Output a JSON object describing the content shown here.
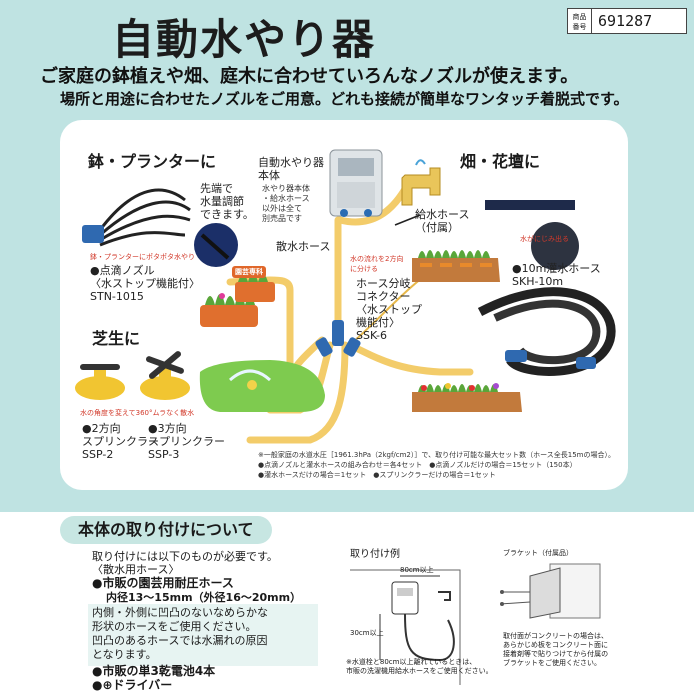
{
  "header": {
    "title": "自動水やり器",
    "code_label_1": "商品",
    "code_label_2": "番号",
    "code": "691287",
    "subtitle_1": "ご家庭の鉢植えや畑、庭木に合わせていろんなノズルが使えます。",
    "subtitle_2": "場所と用途に合わせたノズルをご用意。どれも接続が簡単なワンタッチ着脱式です。"
  },
  "diagram": {
    "pots": {
      "heading": "鉢・プランターに",
      "tip_note": [
        "先端で",
        "水量調節",
        "できます。"
      ],
      "caption": "鉢・プランターにポタポタ水やり",
      "product": [
        "●点滴ノズル",
        "〈水ストップ機能付〉",
        "STN-1015"
      ]
    },
    "lawn": {
      "heading": "芝生に",
      "caption": "水の角度を変えて360°ムラなく散水",
      "two_way": [
        "●2方向",
        "スプリンクラー",
        "SSP-2"
      ],
      "three_way": [
        "●3方向",
        "スプリンクラー",
        "SSP-3"
      ]
    },
    "field": {
      "heading": "畑・花壇に",
      "caption": "水がにじみ出る",
      "product": [
        "●10m灌水ホース",
        "SKH-10m"
      ]
    },
    "center": {
      "unit": [
        "自動水やり器",
        "本体"
      ],
      "unit_note": [
        "水やり器本体",
        "・給水ホース",
        "以外は全て",
        "別売品です"
      ],
      "supply": [
        "給水ホース",
        "（付属）"
      ],
      "spray_hose": "散水ホース",
      "split_note": [
        "水の流れを2方向",
        "に分ける"
      ],
      "connector": [
        "ホース分岐",
        "コネクター",
        "〈水ストップ",
        "機能付〉",
        "SSK-6"
      ],
      "planter_sign": "園芸専科"
    },
    "footnotes": [
      "※一般家庭の水道水圧［1961.3hPa（2kgf/cm2）］で、取り付け可能な最大セット数（ホース全長15mの場合）。",
      "●点滴ノズルと灌水ホースの組み合わせ＝各4セット　●点滴ノズルだけの場合＝15セット（150本）",
      "●灌水ホースだけの場合＝1セット　●スプリンクラーだけの場合＝1セット"
    ]
  },
  "install": {
    "heading": "本体の取り付けについて",
    "intro": "取り付けには以下のものが必要です。",
    "hose_label": "〈散水用ホース〉",
    "item1": "●市販の園芸用耐圧ホース",
    "item1_sub": "内径13～15mm（外径16～20mm）",
    "note": [
      "内側・外側に凹凸のないなめらかな",
      "形状のホースをご使用ください。",
      "凹凸のあるホースでは水漏れの原因",
      "となります。"
    ],
    "item2": "●市販の単3乾電池4本",
    "item3": "●⊕ドライバー",
    "example_title": "取り付け例",
    "dim_80": "80cm以上",
    "dim_30": "30cm以上",
    "example_note": [
      "※水道栓と80cm以上離れているときは、",
      "市販の洗濯機用給水ホースをご使用ください。"
    ],
    "bracket_title": "ブラケット（付属品）",
    "bracket_note": [
      "取付面がコンクリートの場合は、",
      "あらかじめ板をコンクリート面に",
      "接着剤等で貼りつけてから付属の",
      "ブラケットをご使用ください。"
    ]
  }
}
